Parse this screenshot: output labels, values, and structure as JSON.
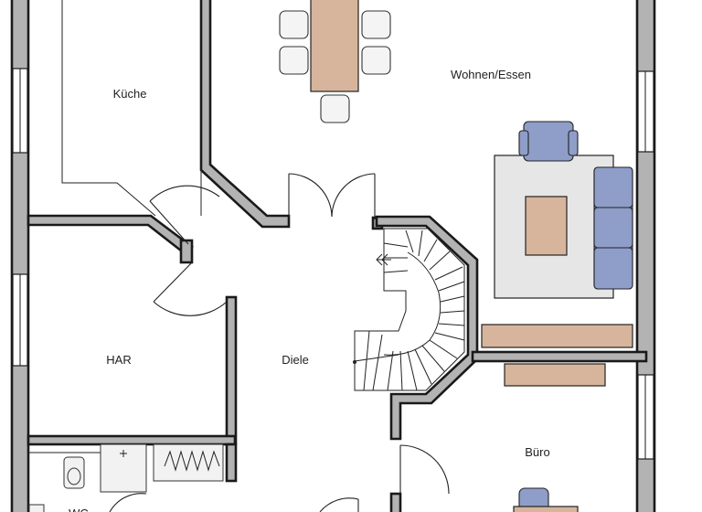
{
  "rooms": {
    "kueche": "Küche",
    "wohnen": "Wohnen/Essen",
    "har": "HAR",
    "diele": "Diele",
    "buero": "Büro",
    "wc": "WC"
  },
  "colors": {
    "wall_fill": "#b3b3b3",
    "wood": "#d7b59c",
    "upholstery": "#8f9dc9",
    "rug": "#e6e6e6"
  }
}
